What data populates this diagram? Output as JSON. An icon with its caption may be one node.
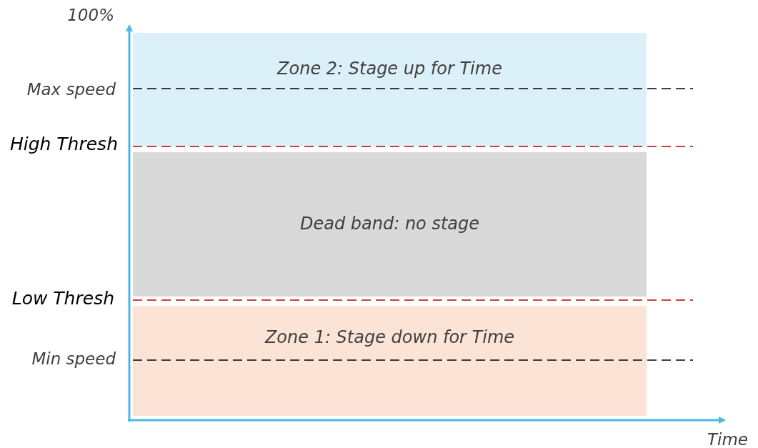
{
  "diagram": {
    "nodes": [
      {
        "text": [
          "Zone 2: Stage up for Time"
        ]
      },
      {
        "text": [
          "Dead band: no stage"
        ]
      },
      {
        "text": [
          "Zone 1: Stage down for Time"
        ]
      }
    ],
    "labels": [
      "100%",
      "Max speed",
      "High Thresh",
      "Low Thresh",
      "Min speed",
      "Time"
    ]
  }
}
